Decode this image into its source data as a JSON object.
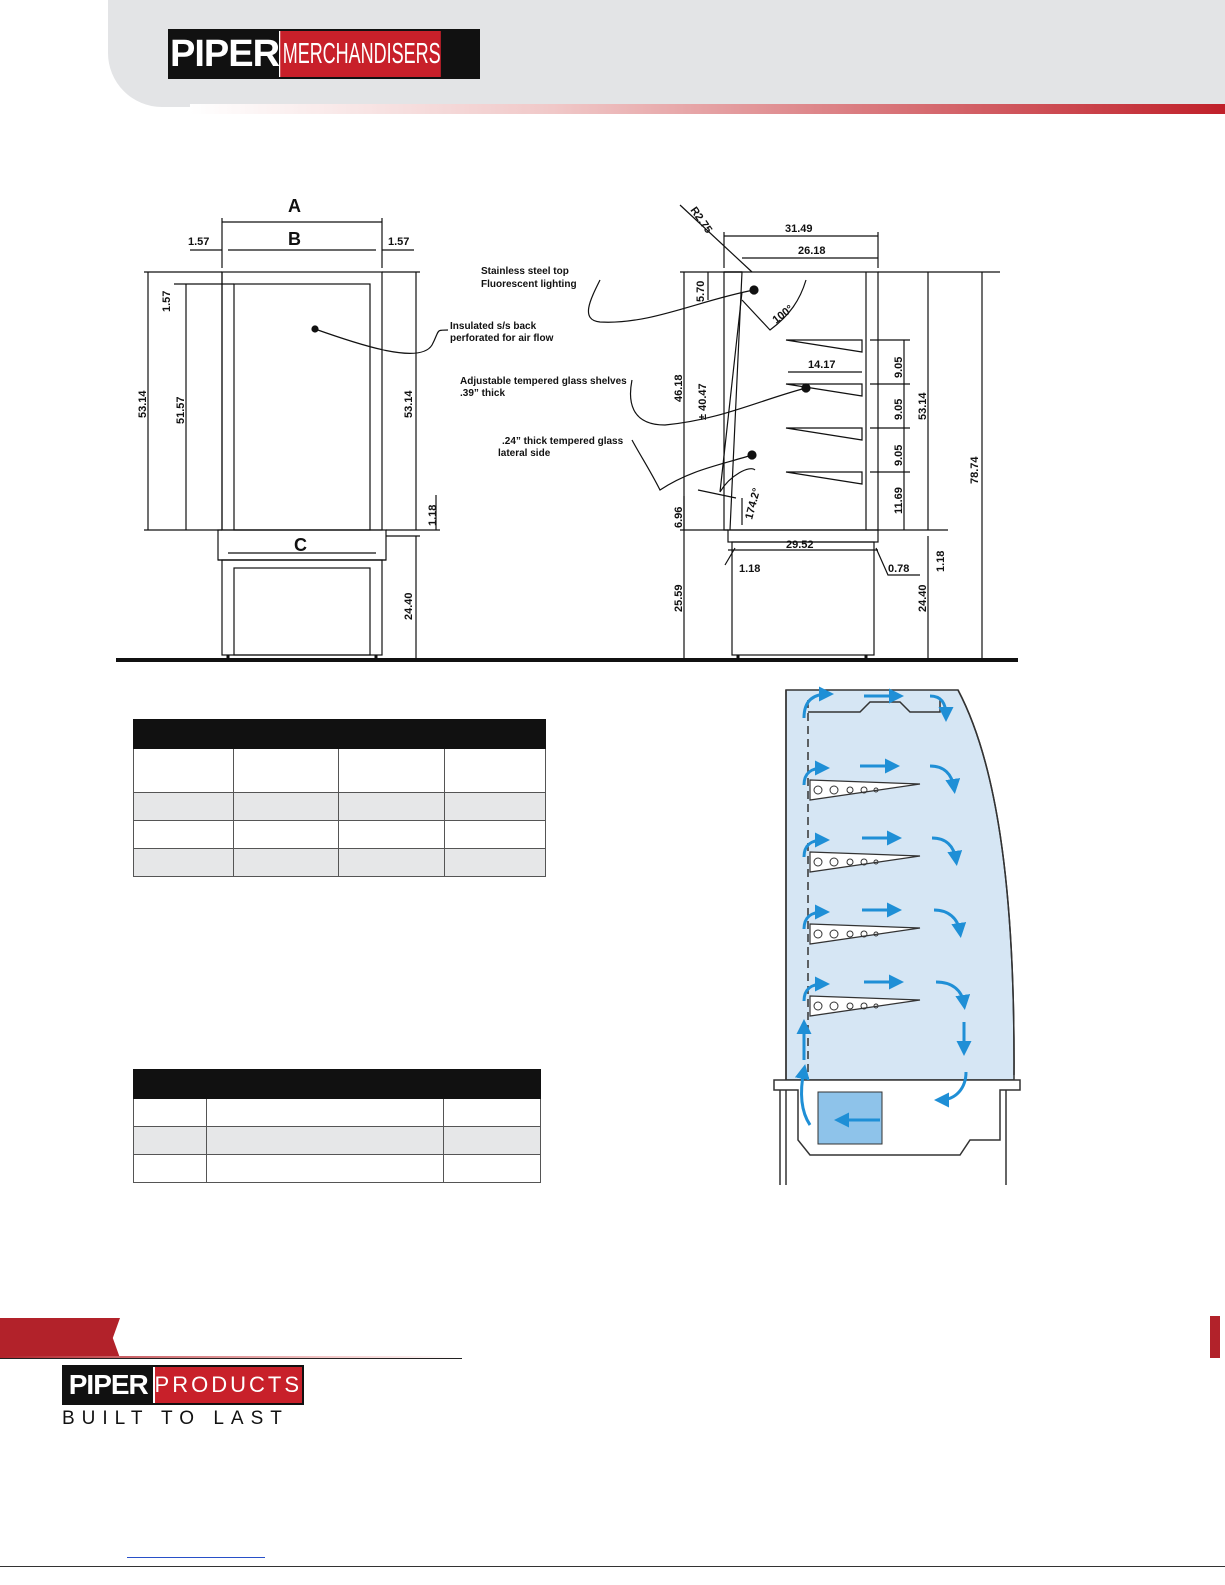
{
  "header": {
    "brand_primary": "PIPER",
    "brand_secondary": "MERCHANDISERS"
  },
  "front_view": {
    "label_a": "A",
    "label_b": "B",
    "label_c": "C",
    "dim_side_left": "1.57",
    "dim_side_right": "1.57",
    "dim_top_inset": "1.57",
    "dim_outer_height": "53.14",
    "dim_inner_height": "51.57",
    "dim_right_height": "53.14",
    "dim_base_gap": "1.18",
    "dim_base_height": "24.40",
    "note_back": [
      "Insulated s/s back",
      "perforated for air flow"
    ]
  },
  "side_view": {
    "dim_radius": "R2.75",
    "dim_depth_outer": "31.49",
    "dim_depth_inner": "26.18",
    "dim_top_height": "5.70",
    "dim_angle_top": "100°",
    "dim_shelf_depth": "14.17",
    "dim_opening": "46.18",
    "dim_glass": "± 40.47",
    "dim_shelf_gap_1": "9.05",
    "dim_shelf_gap_2": "9.05",
    "dim_shelf_gap_3": "9.05",
    "dim_bottom_gap": "11.69",
    "dim_body_height": "53.14",
    "dim_total_height": "78.74",
    "dim_angle_bottom": "174.2°",
    "dim_front_lip": "6.96",
    "dim_base_depth": "29.52",
    "dim_left_offset": "1.18",
    "dim_right_offset": "0.78",
    "dim_right_gap": "1.18",
    "dim_base_height_left": "25.59",
    "dim_base_height_right": "24.40",
    "note_top": [
      "Stainless steel top",
      "Fluorescent lighting"
    ],
    "note_shelves": [
      "Adjustable tempered glass shelves",
      ".39” thick"
    ],
    "note_side": [
      ".24”  thick tempered glass",
      "lateral side"
    ]
  },
  "footer": {
    "brand_primary": "PIPER",
    "brand_secondary": "PRODUCTS",
    "tagline": "BUILT TO LAST"
  },
  "colors": {
    "brand_red": "#c8202a",
    "airflow_blue": "#1f8fd6",
    "airflow_fill": "#d6e6f4"
  }
}
